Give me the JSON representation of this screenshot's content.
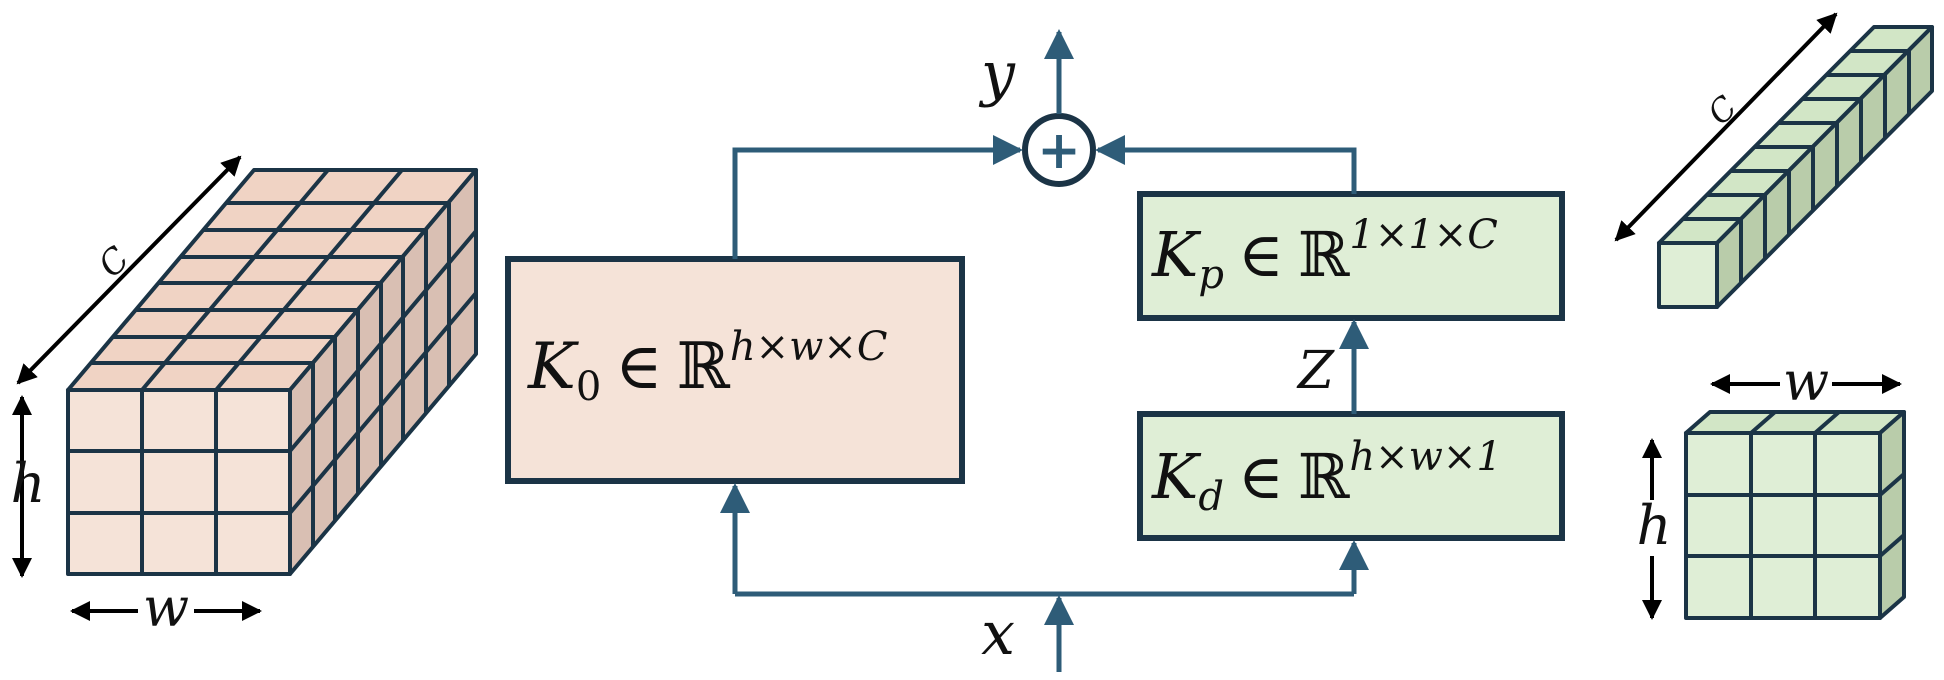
{
  "colors": {
    "arrow": "#2e5c78",
    "box_outline": "#1b3446",
    "full_kernel_fill": "#f5e3d8",
    "full_kernel_side": "#d9bfb3",
    "full_kernel_top": "#f0d3c4",
    "green_fill": "#dfeed6",
    "green_side": "#b9ccaa",
    "green_top": "#d2e6c6",
    "text": "#111111"
  },
  "labels": {
    "y": "y",
    "x": "x",
    "z": "Z",
    "plus": "+"
  },
  "boxes": {
    "k0": {
      "symbol": "K",
      "sub": "0",
      "op": "∈",
      "field": "ℝ",
      "sup": "h×w×C"
    },
    "kp": {
      "symbol": "K",
      "sub": "p",
      "op": "∈",
      "field": "ℝ",
      "sup": "1×1×C"
    },
    "kd": {
      "symbol": "K",
      "sub": "d",
      "op": "∈",
      "field": "ℝ",
      "sup": "h×w×1"
    }
  },
  "left_tensor": {
    "h": "h",
    "w": "w",
    "c": "C"
  },
  "right_channel_kernel": {
    "c": "C"
  },
  "right_spatial_kernel": {
    "h": "h",
    "w": "w"
  }
}
